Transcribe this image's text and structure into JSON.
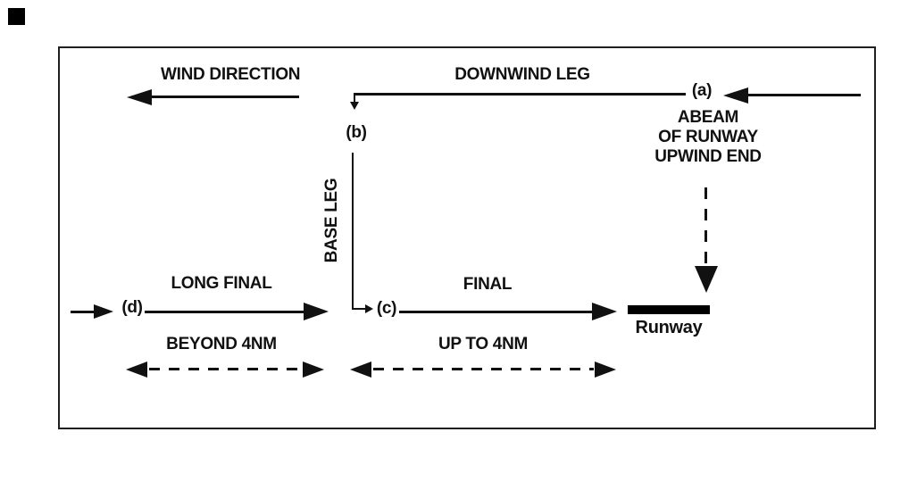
{
  "figure": {
    "type": "aviation-circuit-pattern-diagram",
    "colors": {
      "background": "#ffffff",
      "ink": "#111111",
      "frame_border": "#1f1f1f",
      "runway_bar": "#000000"
    },
    "labels": {
      "wind_direction": "WIND DIRECTION",
      "downwind_leg": "DOWNWIND LEG",
      "base_leg": "BASE LEG",
      "final": "FINAL",
      "long_final": "LONG FINAL",
      "beyond_4nm": "BEYOND 4NM",
      "up_to_4nm": "UP TO 4NM",
      "runway": "Runway",
      "abeam_line1": "ABEAM",
      "abeam_line2": "OF RUNWAY",
      "abeam_line3": "UPWIND END"
    },
    "points": {
      "a": "(a)",
      "b": "(b)",
      "c": "(c)",
      "d": "(d)"
    }
  }
}
